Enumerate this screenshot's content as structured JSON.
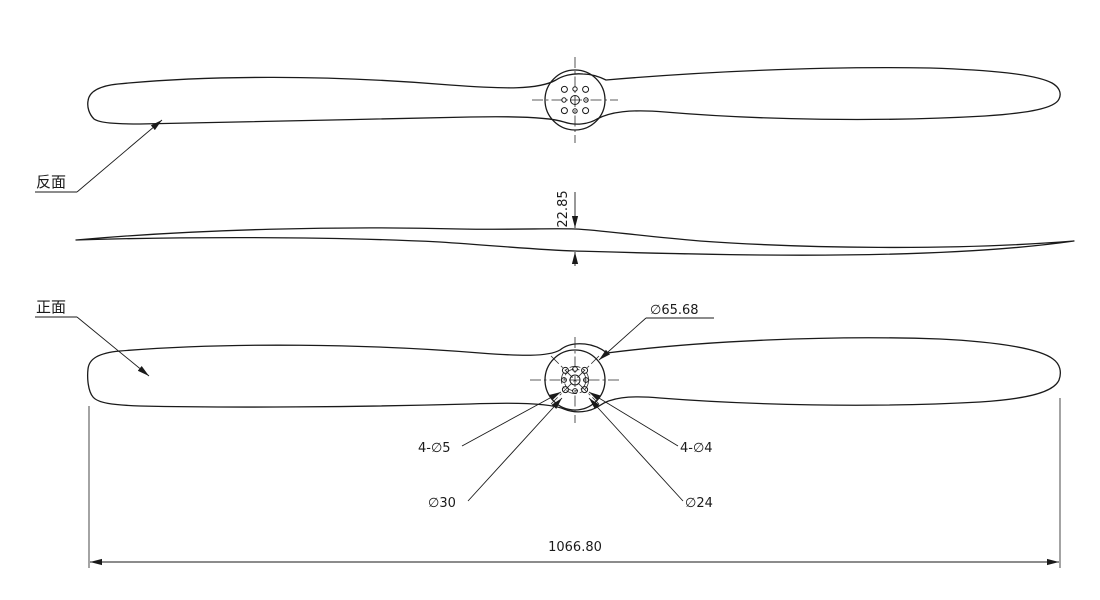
{
  "page": {
    "background": "#ffffff",
    "line_color": "#1a1a1a"
  },
  "views": {
    "back_label": "反面",
    "front_label": "正面"
  },
  "dimensions": {
    "hub_thickness": "22.85",
    "hub_diameter": "∅65.68",
    "front_holes_large": "4-∅5",
    "front_holes_small": "4-∅4",
    "bolt_circle_30": "∅30",
    "bolt_circle_24": "∅24",
    "overall_length": "1066.80"
  }
}
